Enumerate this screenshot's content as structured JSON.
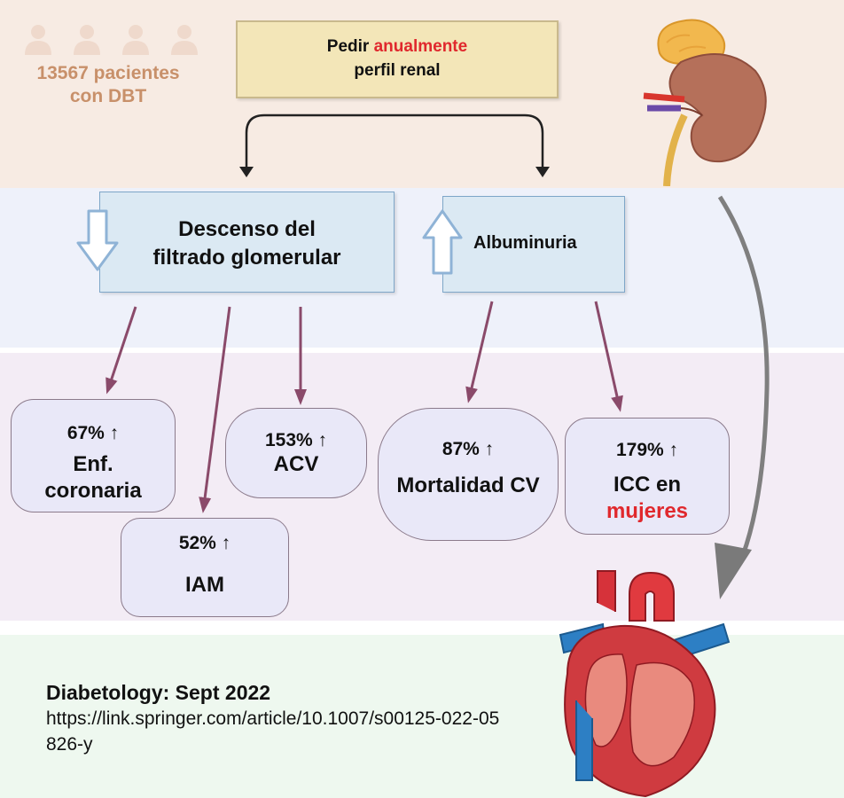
{
  "header": {
    "patients_line1": "13567 pacientes",
    "patients_line2": "con DBT",
    "top_box_prefix": "Pedir ",
    "top_box_highlight": "anualmente",
    "top_box_line2": "perfil renal"
  },
  "criteria": {
    "gfr_line1": "Descenso del",
    "gfr_line2": "filtrado glomerular",
    "albuminuria": "Albuminuria"
  },
  "outcomes": {
    "coronary": {
      "pct": "67% ↑",
      "line1": "Enf.",
      "line2": "coronaria"
    },
    "iam": {
      "pct": "52% ↑",
      "line1": "IAM"
    },
    "acv": {
      "pct": "153% ↑",
      "line1": "ACV"
    },
    "mortality": {
      "pct": "87% ↑",
      "line1": "Mortalidad CV"
    },
    "icc": {
      "pct": "179% ↑",
      "line1": "ICC en",
      "line2": "mujeres"
    }
  },
  "reference": {
    "title": "Diabetology: Sept 2022",
    "url": "https://link.springer.com/article/10.1007/s00125-022-05826-y"
  },
  "colors": {
    "highlight_red": "#e0282d",
    "arrow_purple": "#8a4a6a",
    "patients_text": "#c8906a"
  },
  "icons": [
    "people-icons",
    "kidney-illustration",
    "heart-illustration",
    "down-arrow-icon",
    "up-arrow-icon"
  ]
}
